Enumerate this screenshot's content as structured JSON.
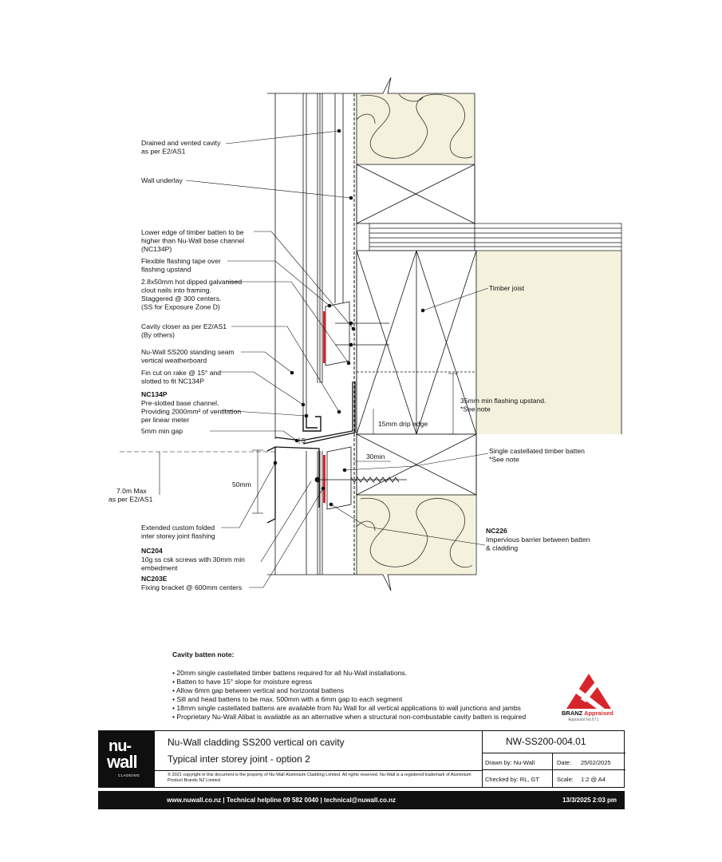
{
  "labels": {
    "drained_cavity": [
      "Drained and vented cavity",
      "as per  E2/AS1"
    ],
    "wall_underlay": [
      "Wall underlay"
    ],
    "lower_edge": [
      "Lower edge of timber batten to be",
      "higher than Nu-Wall base channel",
      "(NC134P)"
    ],
    "flexible_tape": [
      "Flexible flashing tape over",
      "flashing upstand"
    ],
    "clout_nails": [
      "2.8x50mm hot dipped galvanised",
      "clout nails into framing.",
      "Staggered @ 300 centers.",
      "(SS for Exposure Zone D)"
    ],
    "cavity_closer": [
      "Cavity closer as per E2/AS1",
      "(By others)"
    ],
    "weatherboard": [
      "Nu-Wall SS200 standing seam",
      "vertical weatherboard"
    ],
    "fin_cut": [
      "Fin cut on rake @ 15° and",
      "slotted to fit NC134P"
    ],
    "nc134p_code": "NC134P",
    "nc134p": [
      "Pre-slotted base channel.",
      "Providing 2000mm² of ventilation",
      "per linear meter"
    ],
    "min_gap": [
      "5mm min gap"
    ],
    "max_height": [
      "7.0m Max",
      "as per E2/AS1"
    ],
    "dim_50": "50mm",
    "dim_5": "5",
    "extended_flashing": [
      "Extended custom folded",
      "inter storey joint flashing"
    ],
    "nc204_code": "NC204",
    "nc204": [
      "10g ss csk screws with 30mm min",
      "embedment"
    ],
    "nc203e_code": "NC203E",
    "nc203e": [
      "Fixing bracket @ 600mm centers"
    ],
    "timber_joist": [
      "Timber joist"
    ],
    "upstand": [
      "35mm min flashing upstand.",
      "*See note"
    ],
    "drip_edge": "15mm drip edge",
    "dim_30": "30min",
    "castellated": [
      "Single castellated timber batten",
      "*See note"
    ],
    "nc226_code": "NC226",
    "nc226": [
      "Impervious barrier between batten",
      "& cladding"
    ]
  },
  "note": {
    "heading": "Cavity batten note:",
    "items": [
      "20mm single castellated timber battens required for all Nu-Wall installations.",
      "Batten to have 15° slope for moisture egress",
      "Allow 6mm gap between vertical and horizontal battens",
      "Sill and head battens to be max. 500mm with a 6mm gap to each segment",
      "18mm single castellated battens are available from Nu Wall for all vertical applications to wall junctions and jambs",
      "Proprietary Nu-Wall Alibat is available as an alternative when a structural non-combustable cavity batten is required"
    ]
  },
  "branz": {
    "word1": "BRANZ",
    "word2": "Appraised",
    "sub": "Appraisal No.671",
    "color": "#d7262b"
  },
  "titleblock": {
    "logo_nu": "nu-",
    "logo_wall": "wall",
    "logo_sub": "CLADDING",
    "title1": "Nu-Wall cladding SS200 vertical on cavity",
    "title2": "Typical inter storey joint - option 2",
    "copyright": "© 2021 copyright in this document is the property of Nu-Wall Aluminium Cladding Limited. All rights reserved. Nu-Wall is a registered trademark of Aluminium Product Brands NZ Limited",
    "code": "NW-SS200-004.01",
    "drawn_by": "Drawn by: Nu-Wall",
    "date_label": "Date:",
    "date": "25/02/2025",
    "checked_by": "Checked by: RL, GT",
    "scale_label": "Scale:",
    "scale": "1:2 @ A4"
  },
  "footer": {
    "contact": "www.nuwall.co.nz  |  Technical helpline 09 582 0040  |  technical@nuwall.co.nz",
    "timestamp": "13/3/2025 2:03 pm"
  },
  "colors": {
    "insulation": "#f4f1dd",
    "ink": "#111111",
    "logo_bg": "#0f0f0f"
  }
}
